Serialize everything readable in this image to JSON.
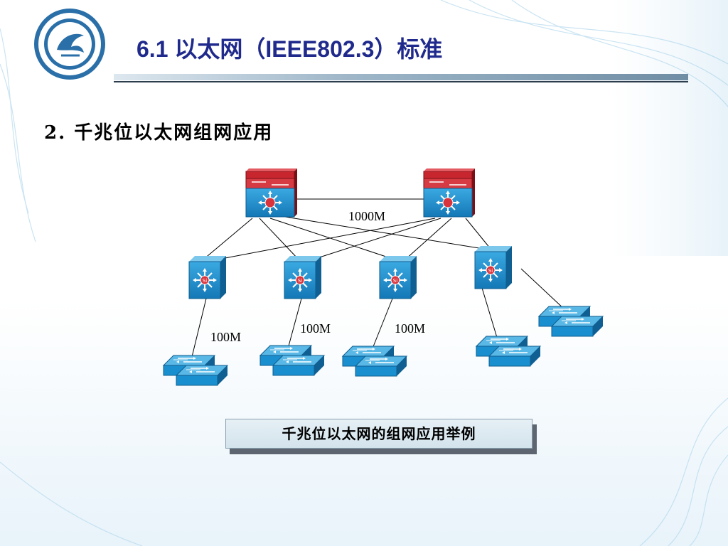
{
  "header": {
    "title": "6.1 以太网（IEEE802.3）标准",
    "logo_icon": "college-logo-icon"
  },
  "section": {
    "subtitle": "2.  千兆位以太网组网应用"
  },
  "diagram": {
    "links": {
      "core_trunk": "1000M",
      "access_1": "100M",
      "access_2": "100M",
      "access_3": "100M"
    },
    "caption": "千兆位以太网的组网应用举例",
    "colors": {
      "switch_blue": "#1a8fcf",
      "core_red": "#c8262f",
      "title_blue": "#1f2a8c"
    }
  }
}
